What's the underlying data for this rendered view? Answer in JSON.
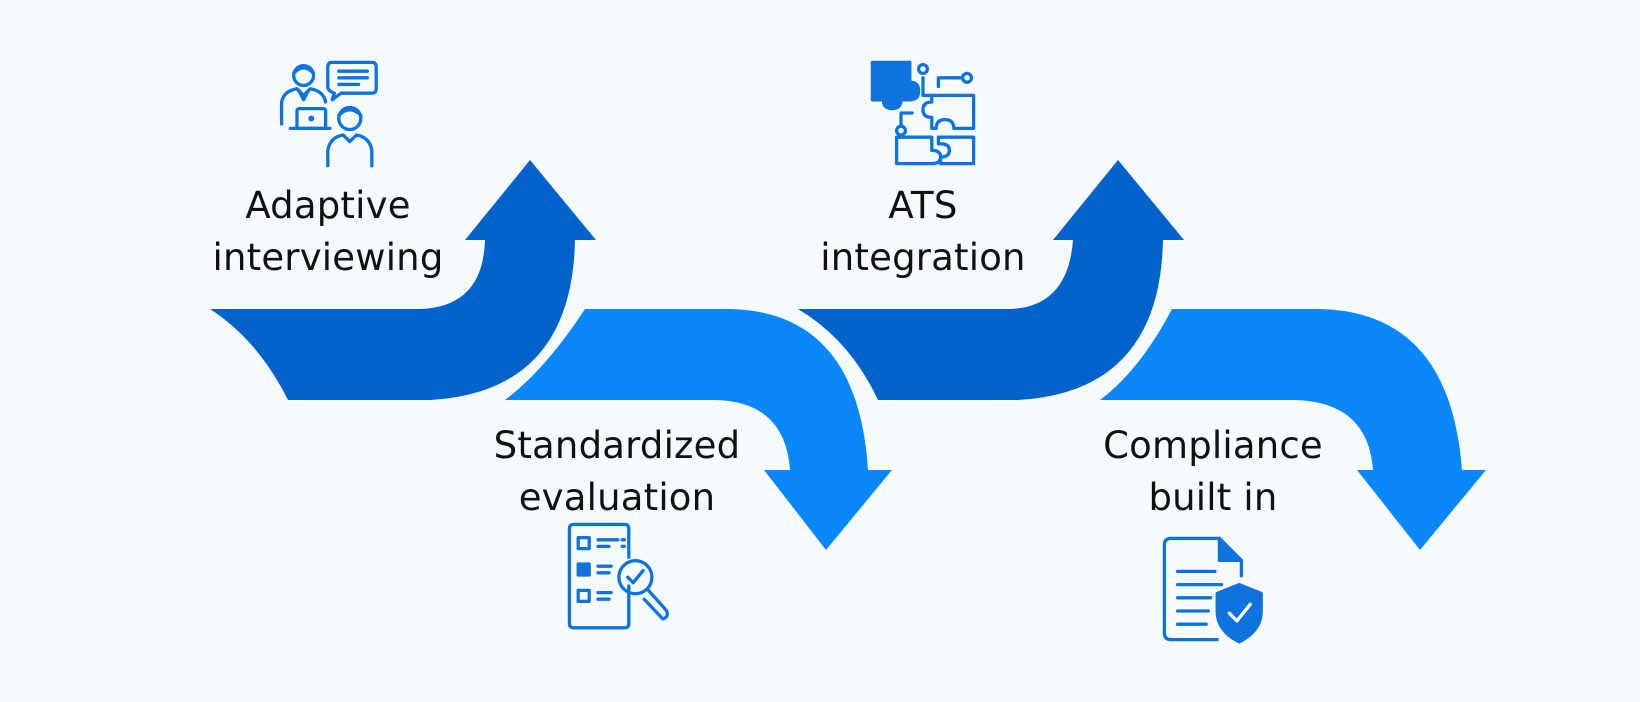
{
  "steps": [
    {
      "line1": "Adaptive",
      "line2": "interviewing",
      "icon": "interview-icon",
      "direction": "up"
    },
    {
      "line1": "Standardized",
      "line2": "evaluation",
      "icon": "checklist-search-icon",
      "direction": "down"
    },
    {
      "line1": "ATS",
      "line2": "integration",
      "icon": "puzzle-circuit-icon",
      "direction": "up"
    },
    {
      "line1": "Compliance",
      "line2": "built in",
      "icon": "document-shield-icon",
      "direction": "down"
    }
  ],
  "colors": {
    "dark_arrow": "#0163c9",
    "light_arrow": "#0a88fb",
    "icon": "#0f73de",
    "background": "#f5fafd",
    "text": "#111111"
  }
}
